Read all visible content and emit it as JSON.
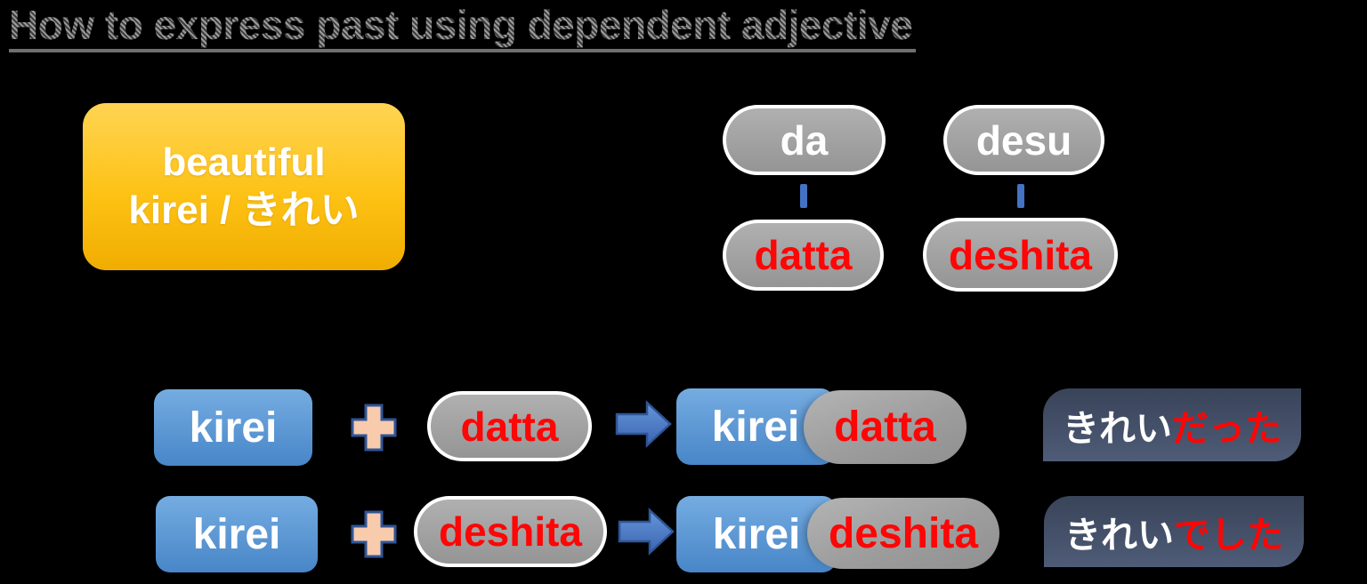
{
  "title": {
    "text": "How to express past using dependent adjective"
  },
  "adjective_card": {
    "line1": "beautiful",
    "line2": "kirei / きれい"
  },
  "copula_map": {
    "pairs": [
      {
        "present": "da",
        "past": "datta"
      },
      {
        "present": "desu",
        "past": "deshita"
      }
    ]
  },
  "formula_rows": [
    {
      "adjective": "kirei",
      "suffix": "datta",
      "combined_adjective": "kirei",
      "combined_suffix": "datta",
      "result": {
        "stem": "きれい",
        "past": "だった"
      }
    },
    {
      "adjective": "kirei",
      "suffix": "deshita",
      "combined_adjective": "kirei",
      "combined_suffix": "deshita",
      "result": {
        "stem": "きれい",
        "past": "でした"
      }
    }
  ],
  "icons": {
    "plus": "plus-icon",
    "arrow": "arrow-right-icon",
    "connector": "connector-line"
  },
  "colors": {
    "background": "#000000",
    "title_gray": "#7a7a7a",
    "card_yellow": "#FDC215",
    "pill_gray": "#A2A2A2",
    "pill_border": "#FFFFFF",
    "past_red": "#FF0505",
    "adjective_blue": "#5B9BD5",
    "connector_blue": "#4472C4",
    "plus_peach": "#F8CBAD",
    "outline_navy": "#2F5597",
    "result_navy": "#46526B",
    "text_white": "#FFFFFF"
  }
}
